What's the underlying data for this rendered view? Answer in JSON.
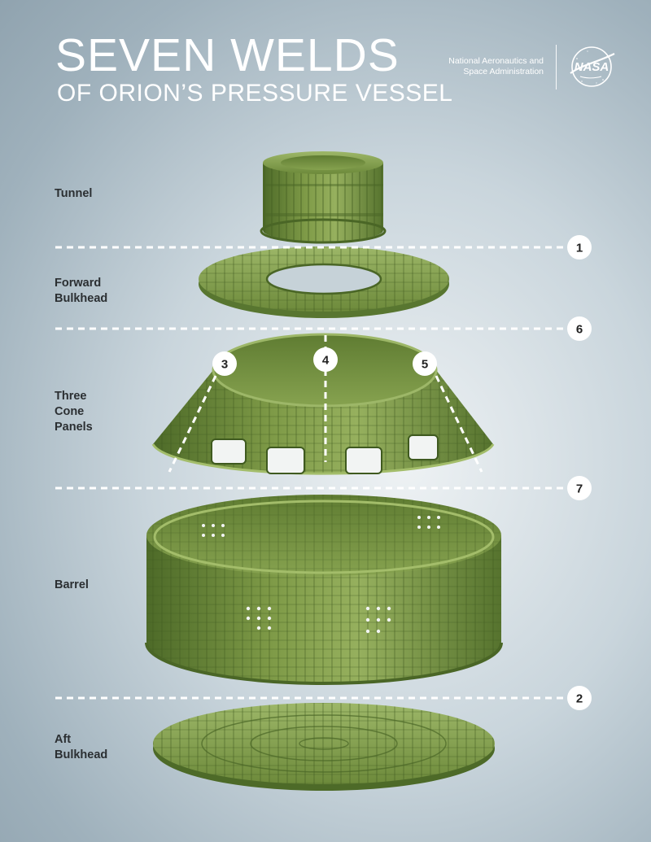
{
  "header": {
    "title": "SEVEN WELDS",
    "subtitle": "OF ORION’S PRESSURE VESSEL",
    "agency_line1": "National Aeronautics and",
    "agency_line2": "Space Administration",
    "logo_text": "NASA"
  },
  "components": [
    {
      "line1": "Tunnel",
      "line2": "",
      "line3": ""
    },
    {
      "line1": "Forward",
      "line2": "Bulkhead",
      "line3": ""
    },
    {
      "line1": "Three",
      "line2": "Cone",
      "line3": "Panels"
    },
    {
      "line1": "Barrel",
      "line2": "",
      "line3": ""
    },
    {
      "line1": "Aft",
      "line2": "Bulkhead",
      "line3": ""
    }
  ],
  "welds": [
    "1",
    "6",
    "7",
    "2",
    "3",
    "4",
    "5"
  ],
  "colors": {
    "part_green": "#6f8c3c",
    "part_highlight": "#a3bd6a",
    "part_shadow": "#3f5a1f",
    "weld_line": "#ffffff",
    "badge_fill": "#ffffff"
  }
}
